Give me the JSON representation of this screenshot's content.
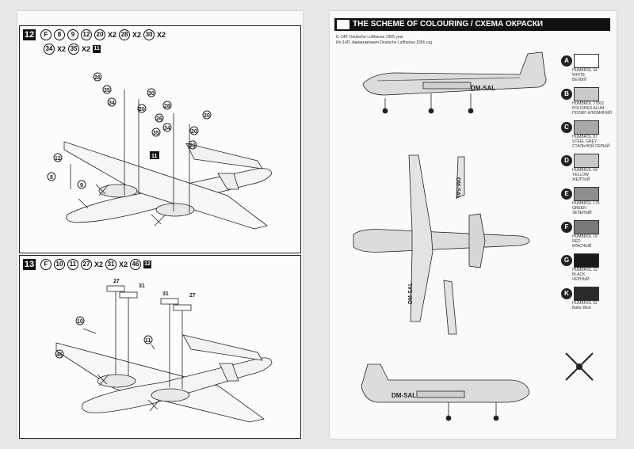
{
  "left_page": {
    "step12": {
      "number": "12",
      "parts_row1": [
        "8",
        "9",
        "12",
        "20",
        "X2",
        "28",
        "X2",
        "30",
        "X2"
      ],
      "parts_row2": [
        "34",
        "X2",
        "35",
        "X2",
        "11"
      ],
      "callouts": [
        "28",
        "30",
        "35",
        "20",
        "34",
        "28",
        "26",
        "20",
        "35",
        "30",
        "34",
        "20",
        "12",
        "8",
        "9",
        "11"
      ]
    },
    "step13": {
      "number": "13",
      "parts_row": [
        "10",
        "11",
        "27",
        "X2",
        "31",
        "X2",
        "46",
        "12"
      ],
      "callouts": [
        "27",
        "31",
        "31",
        "27",
        "10",
        "11",
        "46"
      ]
    }
  },
  "right_page": {
    "header_title": "THE SCHEME OF COLOURING / СХЕМА ОКРАСКИ",
    "caption_en": "IL-14P, Deutsche Lufthansa 1955 year",
    "caption_ru": "Ил-14П, Авиакомпания Deutsche Lufthansa  1956 год",
    "registration": "DM-SAL",
    "colors": [
      {
        "badge": "A",
        "lines": [
          "HUMBROL 34",
          "WHITE",
          "БЕЛЫЙ"
        ],
        "hex": "#ffffff"
      },
      {
        "badge": "B",
        "lines": [
          "HUMBROL 27002",
          "POLISHED ALUM.",
          "ПОЛИР. АЛЮМИНИЙ"
        ],
        "hex": "#c9c9c9"
      },
      {
        "badge": "C",
        "lines": [
          "HUMBROL 87",
          "STEEL GREY",
          "СТАЛЬНОЙ СЕРЫЙ"
        ],
        "hex": "#a9a9a9"
      },
      {
        "badge": "D",
        "lines": [
          "HUMBROL 69",
          "YELLOW",
          "ЖЕЛТЫЙ"
        ],
        "hex": "#c8c8c8"
      },
      {
        "badge": "E",
        "lines": [
          "HUMBROL 175",
          "GREEN",
          "ЗЕЛЕНЫЙ"
        ],
        "hex": "#8e8e8e"
      },
      {
        "badge": "F",
        "lines": [
          "HUMBROL 19",
          "RED",
          "КРАСНЫЙ"
        ],
        "hex": "#7a7a7a"
      },
      {
        "badge": "G",
        "lines": [
          "HUMBROL 33",
          "BLACK",
          "ЧЕРНЫЙ"
        ],
        "hex": "#1a1a1a"
      },
      {
        "badge": "K",
        "lines": [
          "HUMBROL 52",
          "Baltic Blue"
        ],
        "hex": "#2a2a2a"
      }
    ]
  }
}
